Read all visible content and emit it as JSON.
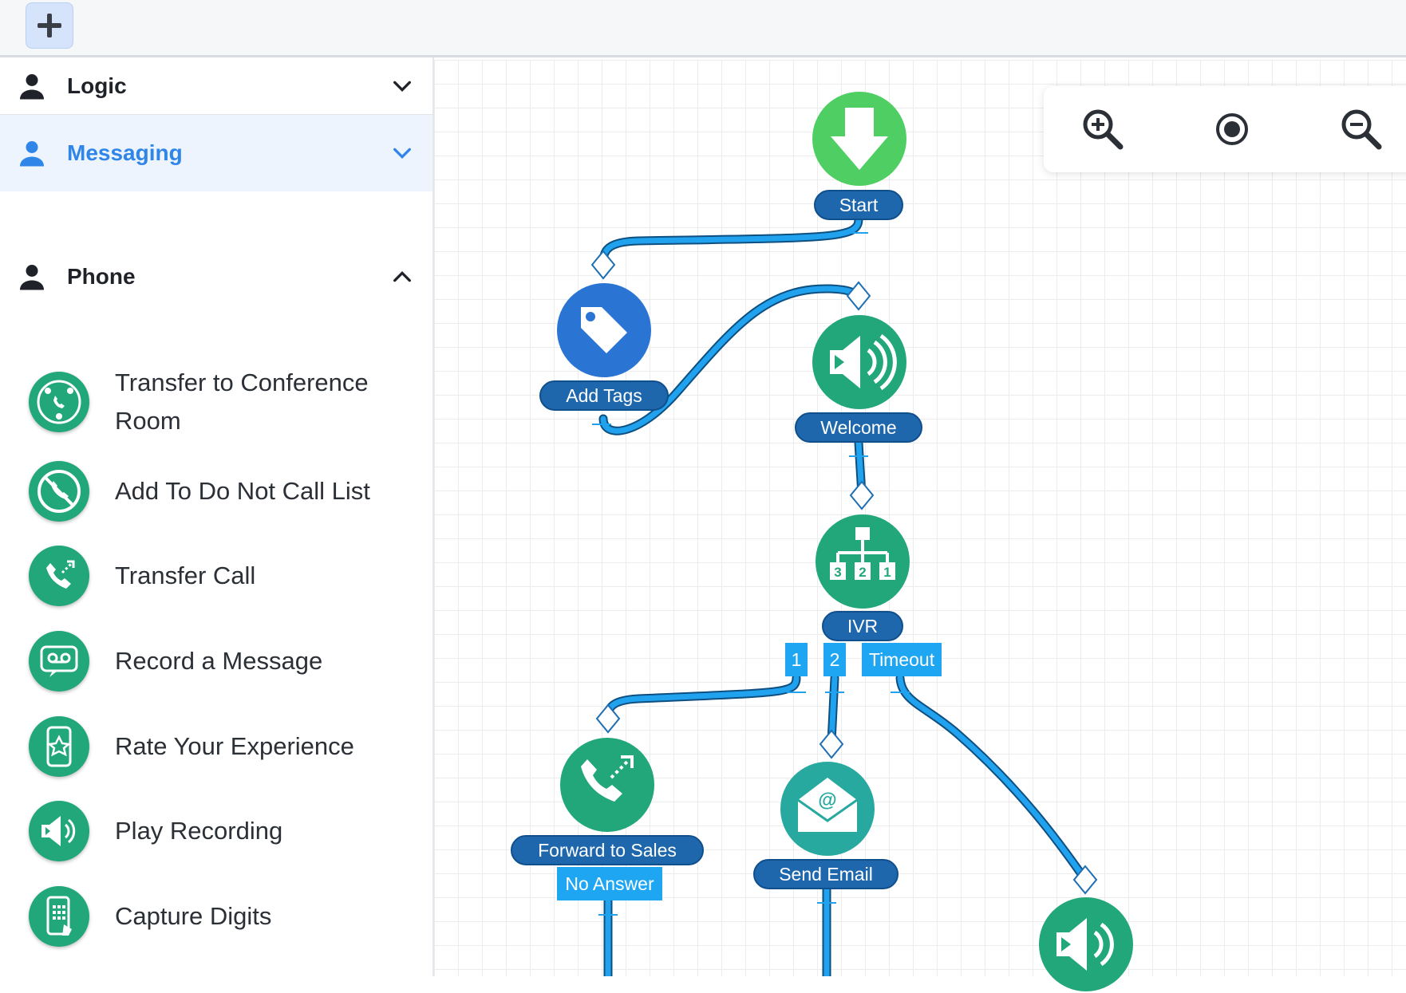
{
  "toolbar": {
    "add_icon": "plus-icon"
  },
  "sidebar": {
    "categories": [
      {
        "label": "Logic",
        "icon": "person-icon",
        "state": "collapsed"
      },
      {
        "label": "Messaging",
        "icon": "person-icon",
        "state": "collapsed",
        "active": true
      },
      {
        "label": "Phone",
        "icon": "person-icon",
        "state": "expanded"
      }
    ],
    "phone_items": [
      {
        "label": "Transfer to Conference Room",
        "icon": "conference-icon"
      },
      {
        "label": "Add To Do Not Call List",
        "icon": "do-not-call-icon"
      },
      {
        "label": "Transfer Call",
        "icon": "transfer-call-icon"
      },
      {
        "label": "Record a Message",
        "icon": "voicemail-icon"
      },
      {
        "label": "Rate Your Experience",
        "icon": "rating-icon"
      },
      {
        "label": "Play Recording",
        "icon": "speaker-icon"
      },
      {
        "label": "Capture Digits",
        "icon": "keypad-icon"
      }
    ]
  },
  "zoom": {
    "zoom_in": "zoom-in-icon",
    "reset": "center-icon",
    "zoom_out": "zoom-out-icon"
  },
  "flow": {
    "nodes": {
      "start": "Start",
      "add_tags": "Add Tags",
      "welcome": "Welcome",
      "ivr": "IVR",
      "forward": "Forward to Sales",
      "send_email": "Send Email"
    },
    "ports": {
      "ivr_1": "1",
      "ivr_2": "2",
      "ivr_timeout": "Timeout",
      "forward_no_answer": "No Answer"
    }
  },
  "colors": {
    "accent": "#2f86e8",
    "node_green": "#21a77a",
    "node_blue": "#2a75d4",
    "label_blue": "#1e67ad",
    "connector": "#1ea6f3"
  }
}
